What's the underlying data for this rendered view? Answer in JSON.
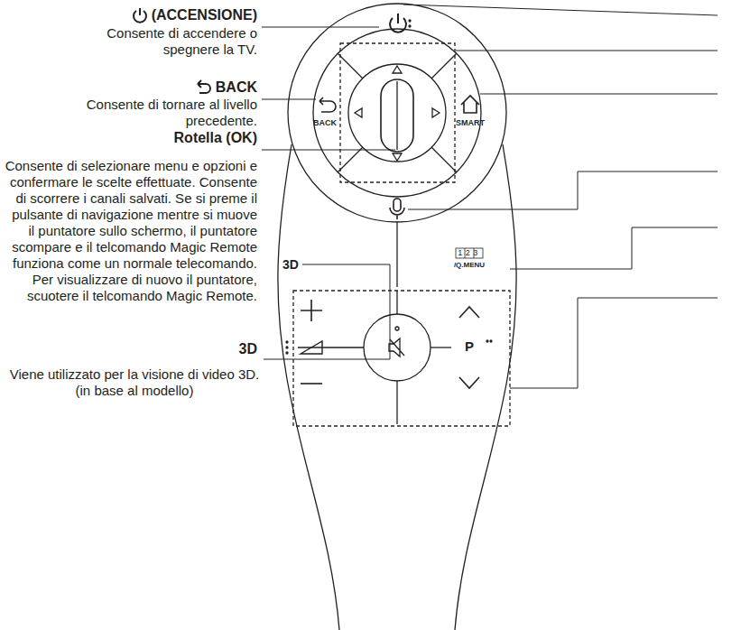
{
  "diagram": {
    "labels": [
      "(ACCENSIONE)",
      "Consente di accendere o spegnere la TV.",
      "BACK",
      "Consente di tornare al livello precedente.",
      "Rotella (OK)",
      "Consente di selezionare menu e opzioni e confermare le scelte effettuate. Consente di scorrere i canali salvati. Se si preme il pulsante di navigazione mentre si muove il puntatore sullo schermo, il puntatore scompare e il telcomando Magic Remote funziona come un normale telecomando. Per visualizzare di nuovo il puntatore, scuotere il telcomando Magic Remote.",
      "3D",
      "Viene utilizzato per la visione di video 3D.(in base al modello)",
      "BACK",
      "SMART",
      "3D",
      "123",
      "/Q.MENU",
      "P"
    ]
  }
}
